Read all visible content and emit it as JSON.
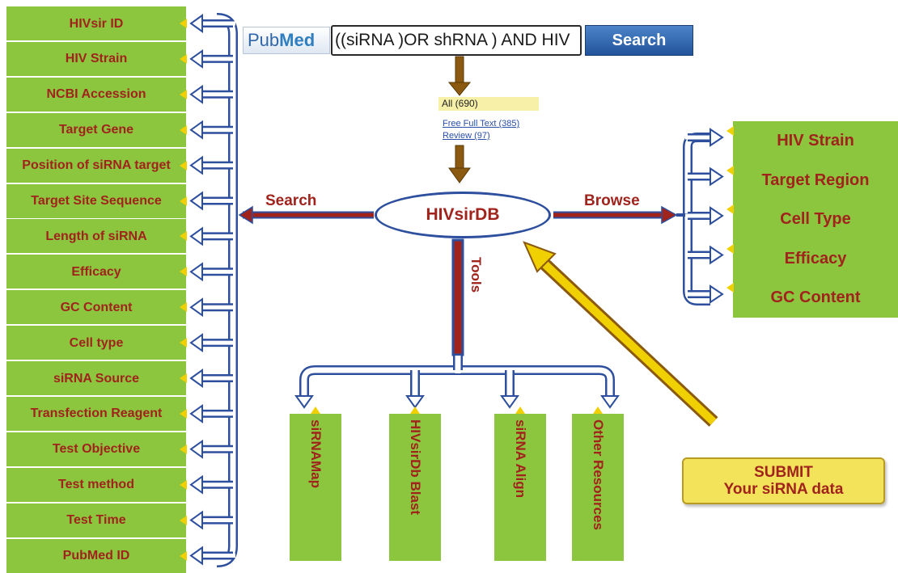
{
  "search_fields": [
    "HIVsir ID",
    "HIV Strain",
    "NCBI Accession",
    "Target Gene",
    "Position of siRNA target",
    "Target Site Sequence",
    "Length of siRNA",
    "Efficacy",
    "GC Content",
    "Cell type",
    "siRNA Source",
    "Transfection Reagent",
    "Test Objective",
    "Test method",
    "Test Time",
    "PubMed ID"
  ],
  "pubmed": {
    "logo_pub": "Pub",
    "logo_med": "Med",
    "query": "((siRNA )OR shRNA ) AND HIV",
    "search_button": "Search",
    "facet_all": "All (690)",
    "facet_free": "Free Full Text (385)",
    "facet_review": "Review (97)"
  },
  "center": {
    "database": "HIVsirDB",
    "search_label": "Search",
    "browse_label": "Browse",
    "tools_label": "Tools"
  },
  "browse_fields": [
    "HIV Strain",
    "Target Region",
    "Cell Type",
    "Efficacy",
    "GC Content"
  ],
  "tools": [
    "siRNAMap",
    "HIVsirDb Blast",
    "siRNA Align",
    "Other Resources"
  ],
  "submit": {
    "line1": "SUBMIT",
    "line2": "Your siRNA data"
  },
  "colors": {
    "box_green": "#8cc63f",
    "text_red": "#a0231c",
    "arrow_blue": "#2d4f9e",
    "pin_yellow": "#f0d000"
  }
}
